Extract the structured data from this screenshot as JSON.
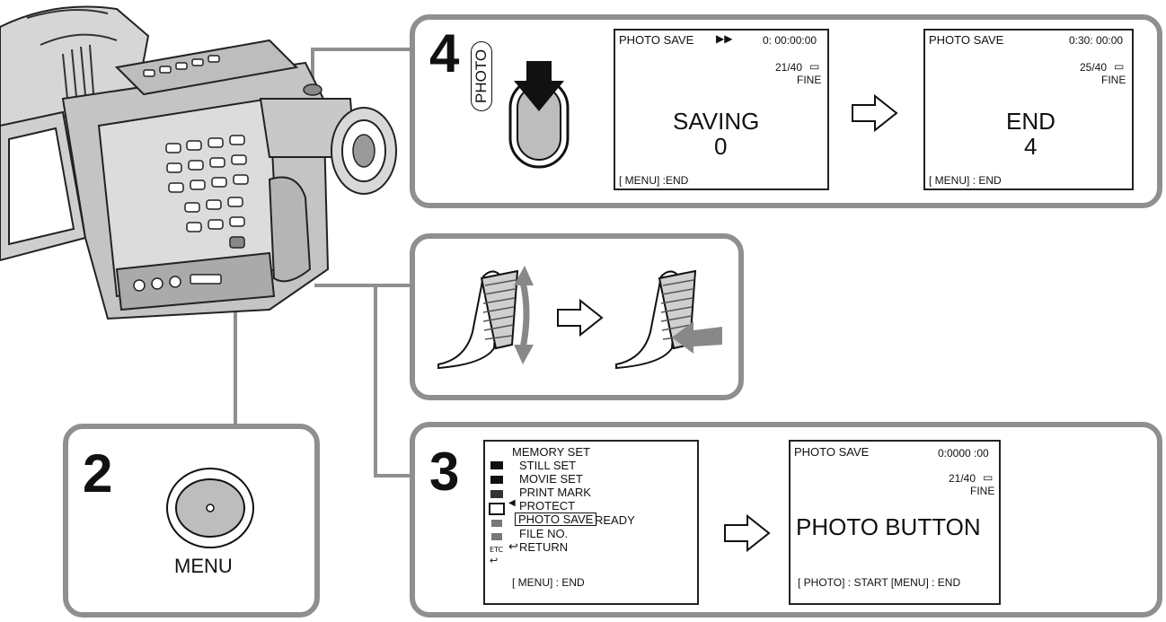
{
  "colors": {
    "panel_border": "#8f8f8f",
    "connector": "#8f8f8f",
    "ink": "#111111",
    "button_fill": "#bdbdbd"
  },
  "step4": {
    "number": "4",
    "photo_label": "PHOTO",
    "screen1": {
      "title": "PHOTO SAVE",
      "icon": "fast-forward-icon",
      "time": "0: 00:00:00",
      "count": "21/40",
      "quality": "FINE",
      "status": "SAVING",
      "value": "0",
      "footer": "[ MENU] :END"
    },
    "screen2": {
      "title": "PHOTO SAVE",
      "time": "0:30: 00:00",
      "count": "25/40",
      "quality": "FINE",
      "status": "END",
      "value": "4",
      "footer": "[ MENU] : END"
    }
  },
  "step3": {
    "number": "3",
    "menu": {
      "heading": "MEMORY SET",
      "items": [
        "STILL SET",
        "MOVIE SET",
        "PRINT MARK",
        "PROTECT",
        "PHOTO SAVE",
        "FILE NO.",
        "RETURN"
      ],
      "highlight_suffix": "READY",
      "footer": "[ MENU] : END"
    },
    "screen": {
      "title": "PHOTO SAVE",
      "time": "0:0000 :00",
      "count": "21/40",
      "quality": "FINE",
      "status": "PHOTO BUTTON",
      "footer": "[ PHOTO] : START  [MENU] : END"
    }
  },
  "step2": {
    "number": "2",
    "button_label": "MENU"
  }
}
